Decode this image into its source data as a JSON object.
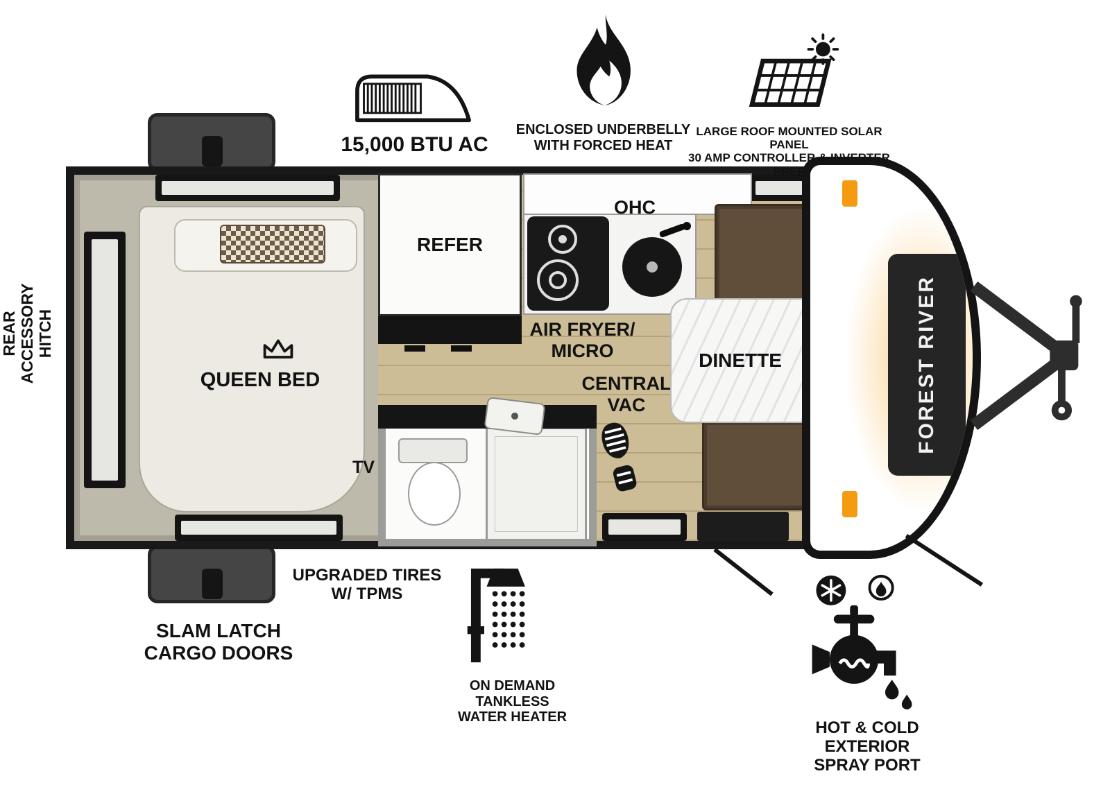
{
  "brand": "FOREST RIVER",
  "rooms": {
    "queen_bed": "QUEEN BED",
    "refer": "REFER",
    "ohc": "OHC",
    "air_fryer_micro": "AIR FRYER/\nMICRO",
    "central_vac": "CENTRAL\nVAC",
    "dinette": "DINETTE",
    "tv": "TV"
  },
  "callouts": {
    "ac": "15,000 BTU AC",
    "underbelly": "ENCLOSED UNDERBELLY\nWITH FORCED HEAT",
    "solar": "LARGE ROOF MOUNTED SOLAR PANEL\n30 AMP CONTROLLER & INVERTER PREP",
    "rear_hitch": "REAR\nACCESSORY\nHITCH",
    "tires": "UPGRADED TIRES\nW/ TPMS",
    "cargo_doors": "SLAM LATCH\nCARGO DOORS",
    "water_heater": "ON DEMAND\nTANKLESS\nWATER HEATER",
    "spray_port": "HOT & COLD EXTERIOR\nSPRAY PORT"
  },
  "icons": [
    "ac-unit-icon",
    "flame-icon",
    "solar-panel-icon",
    "crown-icon",
    "boot-print-icon",
    "shower-head-icon",
    "spray-port-icon",
    "rear-hitch-icon"
  ],
  "colors": {
    "ink": "#141414",
    "bench_brown": "#614e3a",
    "wood_floor": "#cdbd97",
    "interior": "#bdb9ab",
    "marker_orange": "#f59b12"
  }
}
